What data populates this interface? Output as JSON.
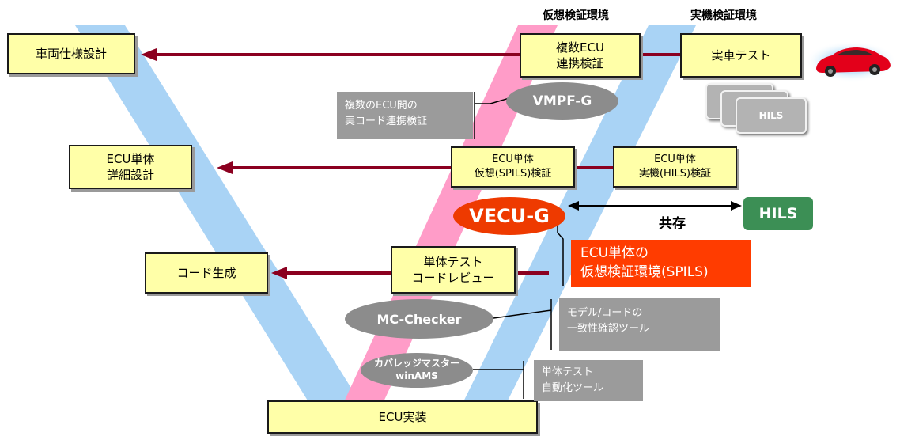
{
  "colors": {
    "v_band": "#a9d3f5",
    "v_pink": "#ff9cc8",
    "arrow": "#8b0020",
    "box_fill": "#ffffa8",
    "gray": "#9b9b9b",
    "vecu": "#ee3a00",
    "spils": "#ff3c00",
    "hils_green": "#3c8f55"
  },
  "headers": {
    "virtual_env": "仮想検証環境",
    "real_env": "実機検証環境"
  },
  "left_boxes": {
    "vehicle_spec": "車両仕様設計",
    "ecu_detail": "ECU単体\n詳細設計",
    "code_gen": "コード生成"
  },
  "bottom_box": "ECU実装",
  "center_boxes": {
    "multi_ecu": "複数ECU\n連携検証",
    "ecu_spils": "ECU単体\n仮想(SPILS)検証",
    "unit_test": "単体テスト\nコードレビュー"
  },
  "right_boxes": {
    "vehicle_test": "実車テスト",
    "ecu_hils": "ECU単体\n実機(HILS)検証"
  },
  "tools": {
    "vmpf": "VMPF-G",
    "vecu": "VECU-G",
    "mc_checker": "MC-Checker",
    "winams": "カバレッジマスター\nwinAMS"
  },
  "notes": {
    "multi_ecu_code": "複数のECU間の\n実コード連携検証",
    "model_code": "モデル/コードの\n一致性確認ツール",
    "unit_auto": "単体テスト\n自動化ツール",
    "spils": "ECU単体の\n仮想検証環境(SPILS)"
  },
  "hils_stack_label": "HILS",
  "hils_green_label": "HILS",
  "coexist_label": "共存",
  "icons": {
    "car": "red-sports-car-icon"
  }
}
